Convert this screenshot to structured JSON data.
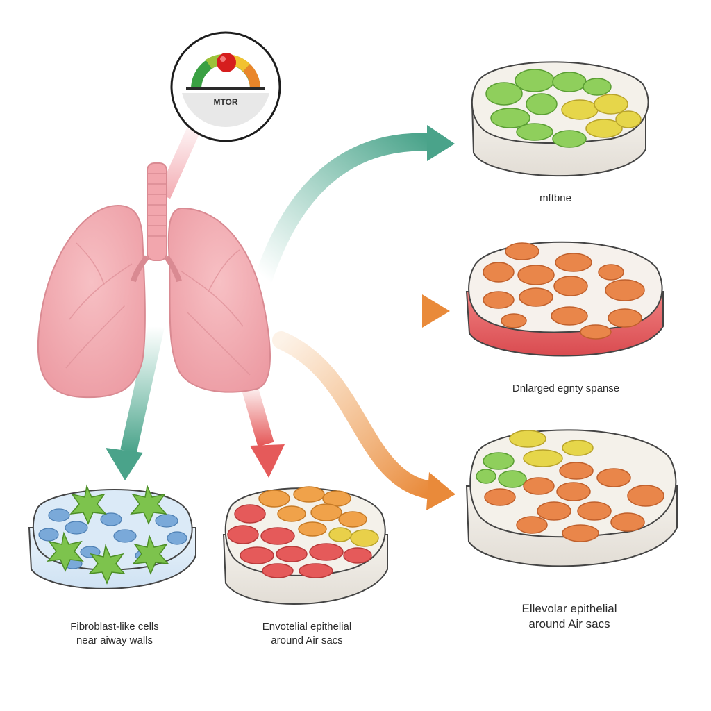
{
  "gauge": {
    "label": "MTOR",
    "colors": [
      "#3aa043",
      "#9cc23a",
      "#f2c230",
      "#e9862a"
    ],
    "needle_color": "#d61e1e"
  },
  "organ": {
    "icon": "lungs-icon",
    "color": "#f2a6ad"
  },
  "samples": {
    "top_right": {
      "caption": "mftbne",
      "palette": [
        "#8fcf5c",
        "#e6d64a",
        "#f4f1ea"
      ]
    },
    "middle_right": {
      "caption": "Dnlarged egnty spanse",
      "palette": [
        "#e9864a",
        "#e55a5a",
        "#f6f1ec"
      ]
    },
    "bottom_right": {
      "caption_lines": [
        "Ellevolar epithelial",
        "around Air sacs"
      ],
      "palette": [
        "#e9864a",
        "#e6d64a",
        "#8fcf5c",
        "#f4f1ea"
      ]
    },
    "bottom_left": {
      "caption_lines": [
        "Fibroblast-like cells",
        "near aiway walls"
      ],
      "palette": [
        "#7dc34d",
        "#7aa9d9",
        "#dbeaf7"
      ]
    },
    "bottom_center": {
      "caption_lines": [
        "Envotelial epithelial",
        "around Air sacs"
      ],
      "palette": [
        "#e55a5a",
        "#f0a24a",
        "#f4f1ea"
      ]
    }
  },
  "arrows": {
    "green": "#5fb49c",
    "orange": "#e98a3a",
    "red": "#e55a5a"
  }
}
